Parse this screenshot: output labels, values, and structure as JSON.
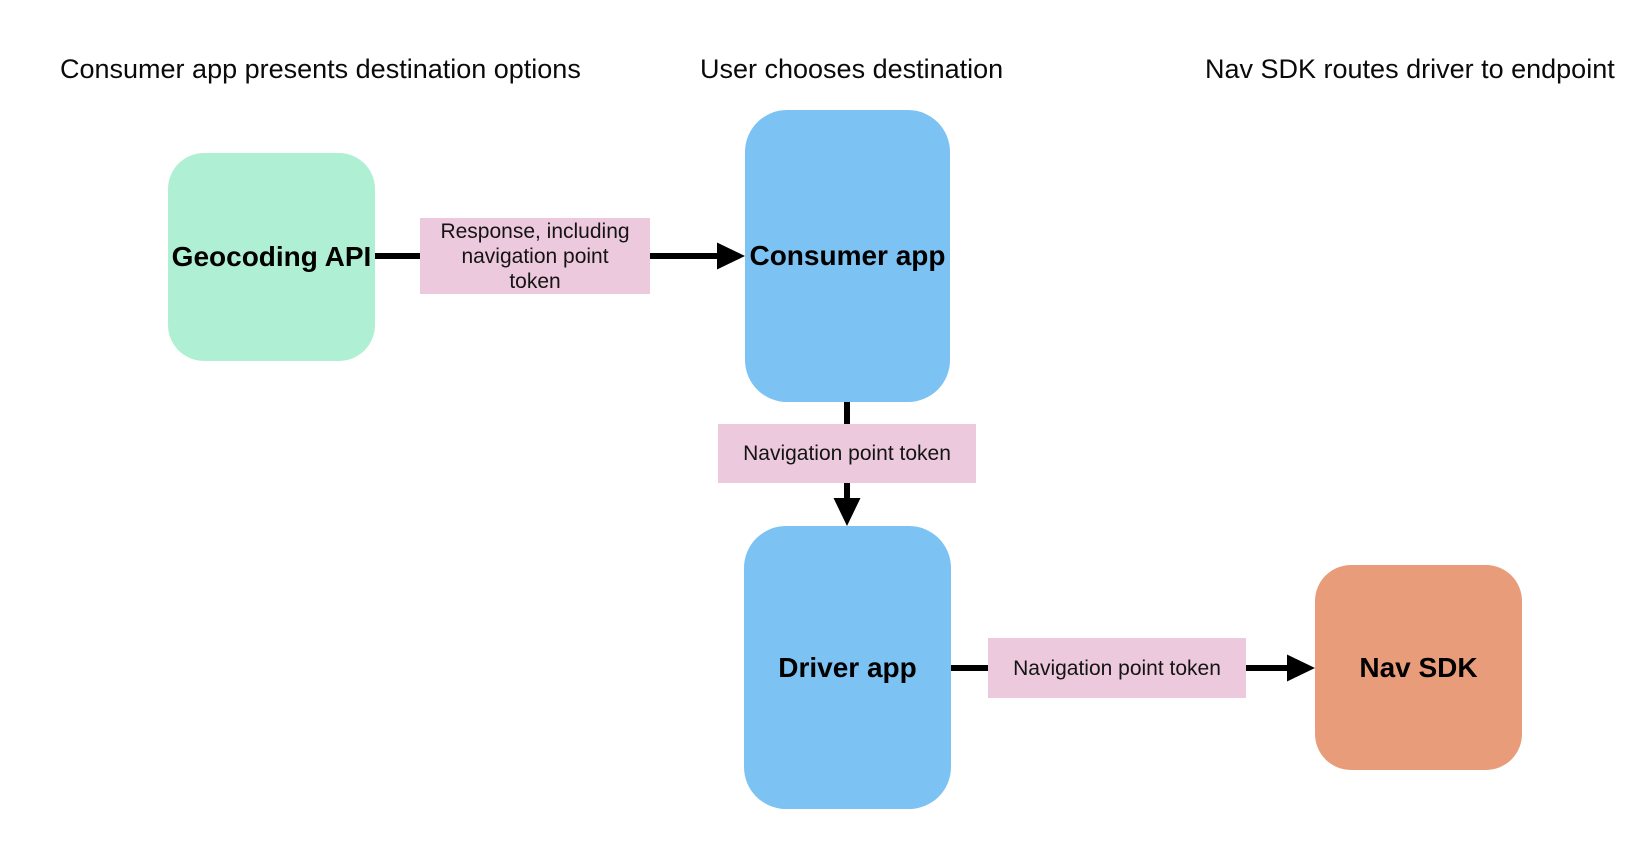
{
  "page": {
    "background": "#ffffff",
    "arrow_color": "#000000",
    "edge_label_color": "#ECC9DC",
    "node_blue": "#7CC2F2",
    "node_mint": "#AFF0D4",
    "node_orange": "#E99C7A"
  },
  "headings": [
    {
      "text": "Consumer app presents destination options"
    },
    {
      "text": "User chooses destination"
    },
    {
      "text": "Nav SDK routes driver to endpoint"
    }
  ],
  "nodes": [
    {
      "label": "Geocoding API",
      "color": "#AFF0D4"
    },
    {
      "label": "Consumer app",
      "color": "#7CC2F2"
    },
    {
      "label": "Driver app",
      "color": "#7CC2F2"
    },
    {
      "label": "Nav SDK",
      "color": "#E99C7A"
    }
  ],
  "edge_labels": [
    {
      "text": "Response, including\nnavigation point\ntoken",
      "color": "#ECC9DC"
    },
    {
      "text": "Navigation point token",
      "color": "#ECC9DC"
    },
    {
      "text": "Navigation point token",
      "color": "#ECC9DC"
    }
  ]
}
